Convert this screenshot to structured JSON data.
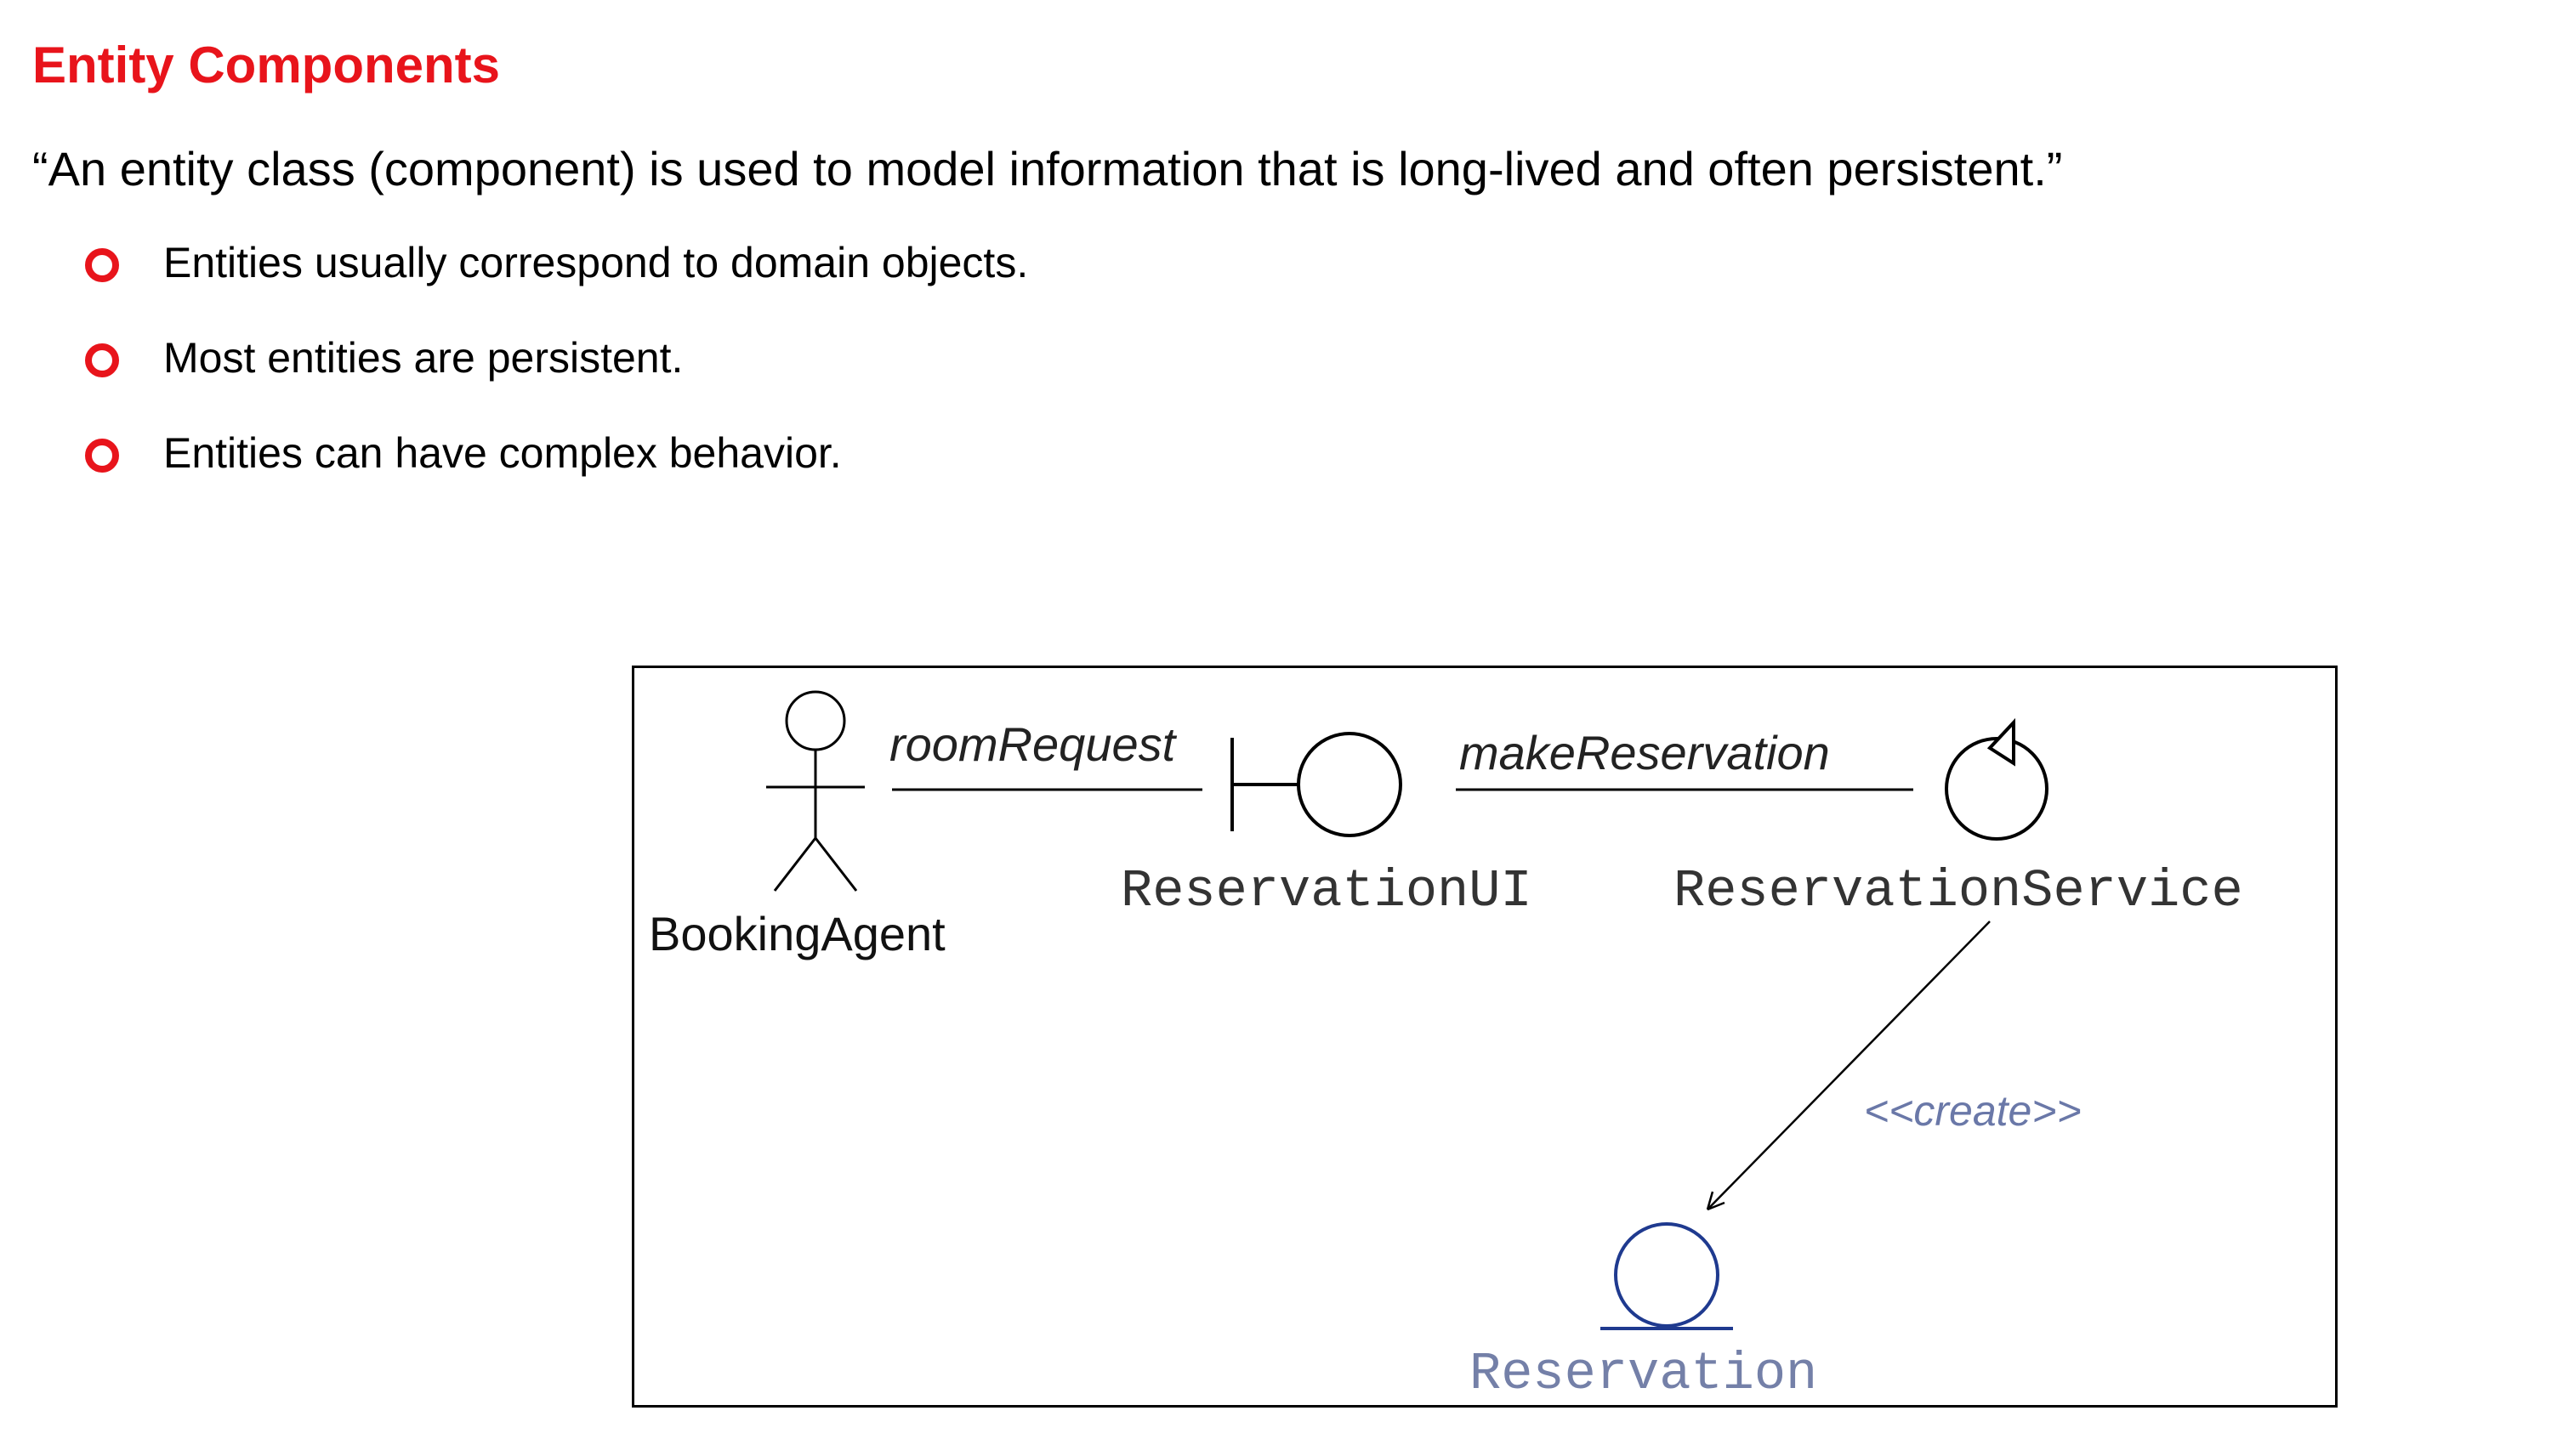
{
  "slide": {
    "title": "Entity Components",
    "quote": "“An entity class (component) is used to model information that is long-lived and often persistent.”",
    "bullets": [
      "Entities usually correspond to domain objects.",
      "Most entities are persistent.",
      "Entities can have complex behavior."
    ],
    "colors": {
      "title": "#e8141b",
      "bullet": "#e8141b",
      "entity": "#7480a8"
    }
  },
  "diagram": {
    "actor": {
      "label": "BookingAgent",
      "icon": "stick-figure-icon"
    },
    "boundary": {
      "label": "ReservationUI",
      "icon": "boundary-icon"
    },
    "control": {
      "label": "ReservationService",
      "icon": "control-icon"
    },
    "entity": {
      "label": "Reservation",
      "icon": "entity-icon"
    },
    "messages": {
      "room_request": "roomRequest",
      "make_reservation": "makeReservation",
      "create": "<<create>>"
    }
  }
}
